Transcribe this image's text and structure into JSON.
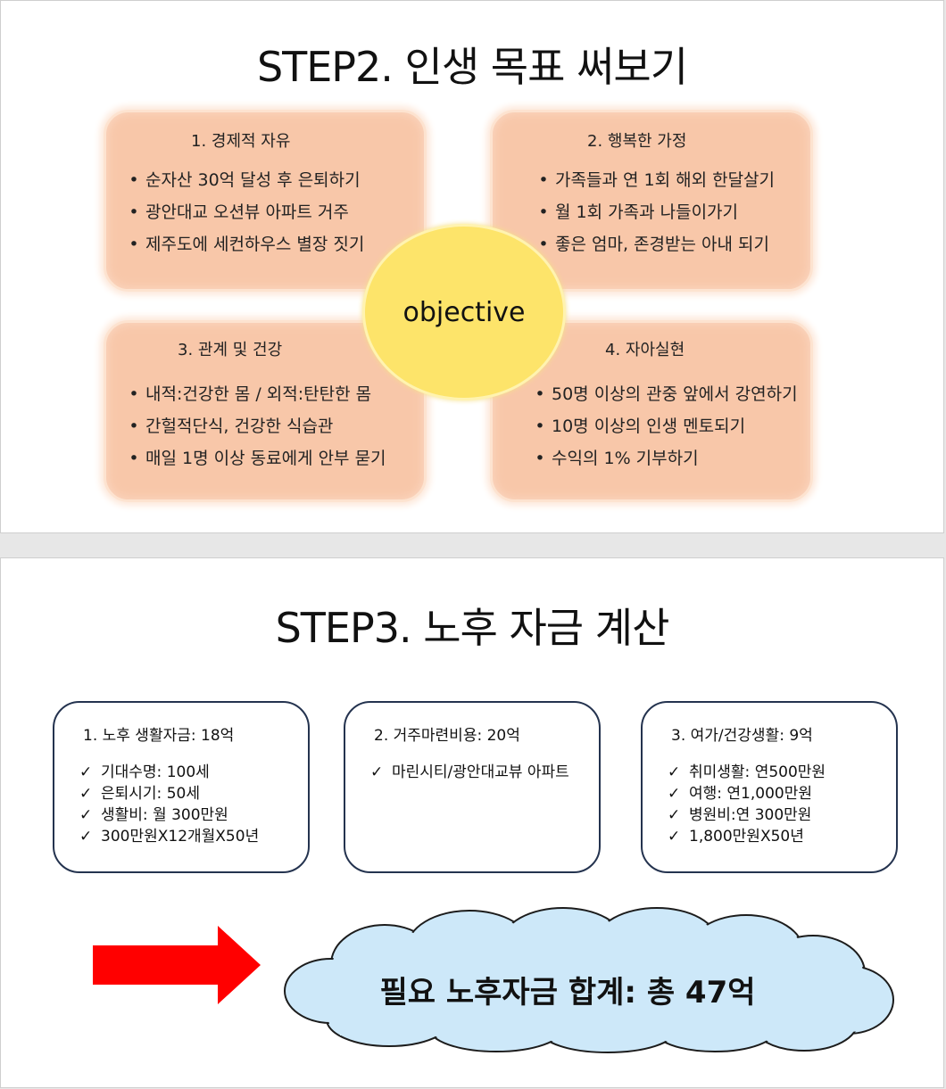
{
  "step2": {
    "title": "STEP2. 인생 목표 써보기",
    "center": "objective",
    "goals": [
      {
        "title": "1. 경제적 자유",
        "items": [
          "순자산 30억 달성 후 은퇴하기",
          "광안대교 오션뷰 아파트 거주",
          "제주도에 세컨하우스 별장 짓기"
        ]
      },
      {
        "title": "2. 행복한 가정",
        "items": [
          "가족들과 연 1회 해외 한달살기",
          "월 1회 가족과 나들이가기",
          "좋은 엄마, 존경받는 아내 되기"
        ]
      },
      {
        "title": "3. 관계 및 건강",
        "items": [
          "내적:건강한 몸 / 외적:탄탄한 몸",
          "간헐적단식, 건강한 식습관",
          "매일 1명 이상 동료에게 안부 묻기"
        ]
      },
      {
        "title": "4. 자아실현",
        "items": [
          "50명 이상의 관중 앞에서 강연하기",
          "10명 이상의 인생 멘토되기",
          "수익의 1% 기부하기"
        ]
      }
    ],
    "colors": {
      "box_fill": "#f8c7a9",
      "center_fill": "#fde46a"
    }
  },
  "step3": {
    "title": "STEP3. 노후 자금 계산",
    "check_mark": "✓",
    "boxes": [
      {
        "title": "1. 노후 생활자금: 18억",
        "items": [
          "기대수명: 100세",
          "은퇴시기: 50세",
          "생활비: 월 300만원",
          "300만원X12개월X50년"
        ]
      },
      {
        "title": "2. 거주마련비용: 20억",
        "items": [
          "마린시티/광안대교뷰 아파트"
        ]
      },
      {
        "title": "3. 여가/건강생활: 9억",
        "items": [
          "취미생활: 연500만원",
          "여행: 연1,000만원",
          "병원비:연 300만원",
          "1,800만원X50년"
        ]
      }
    ],
    "total": "필요 노후자금 합계: 총 47억",
    "colors": {
      "arrow": "#ff0000",
      "cloud_fill": "#cde8f9",
      "box_border": "#24334f"
    }
  }
}
